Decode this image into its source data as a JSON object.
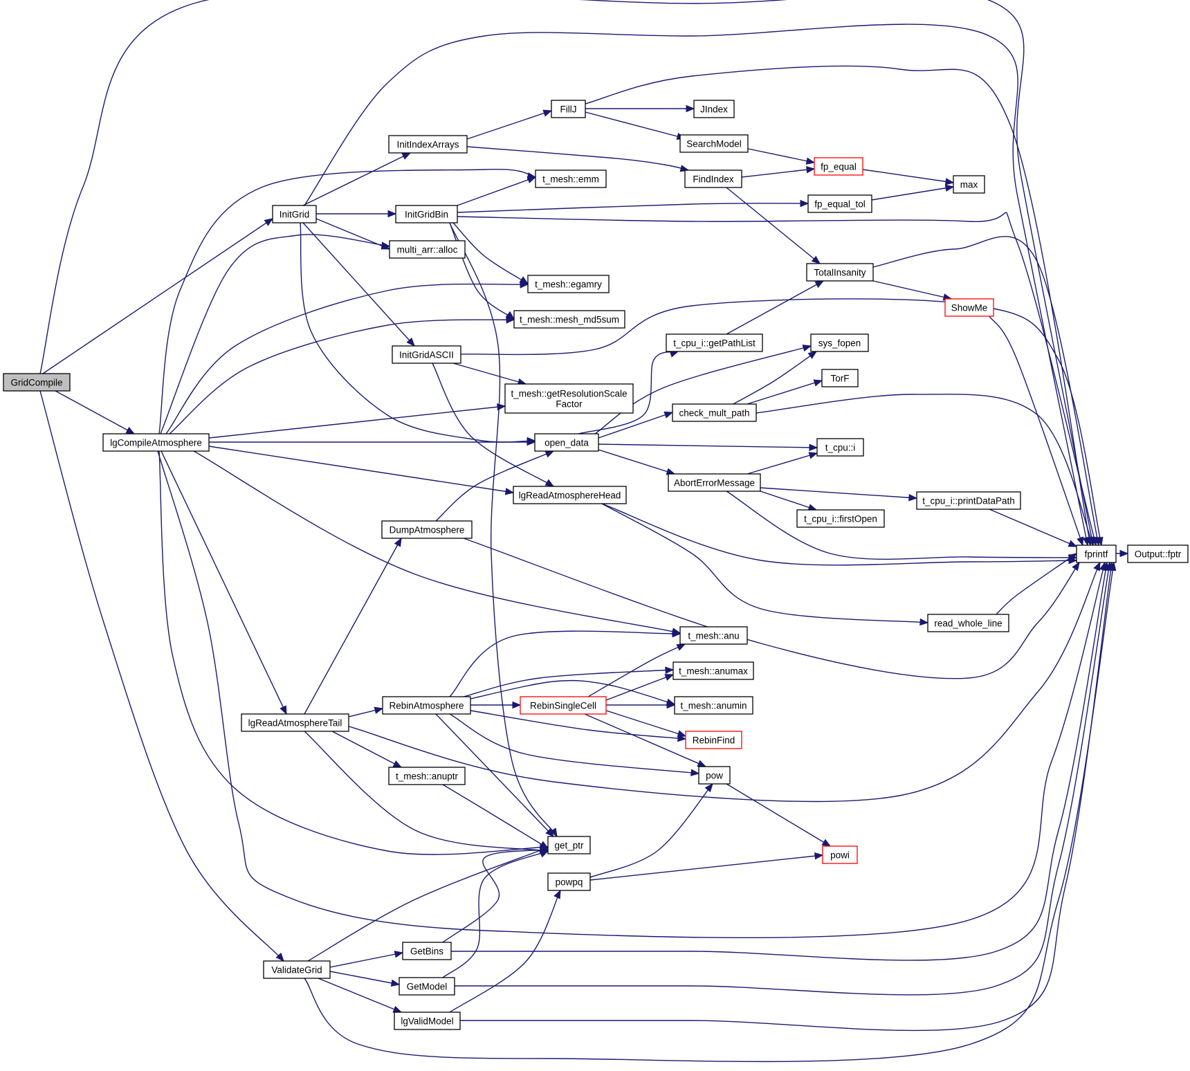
{
  "graph": {
    "edge_color": "#191970",
    "root_fill": "#bfbfbf",
    "truncated_border_color": "#ff0000",
    "nodes": [
      {
        "id": "GridCompile",
        "label": "GridCompile",
        "root": true
      },
      {
        "id": "InitGrid",
        "label": "InitGrid"
      },
      {
        "id": "lgCompileAtmosphere",
        "label": "lgCompileAtmosphere"
      },
      {
        "id": "fprintf",
        "label": "fprintf"
      },
      {
        "id": "ValidateGrid",
        "label": "ValidateGrid"
      },
      {
        "id": "InitIndexArrays",
        "label": "InitIndexArrays"
      },
      {
        "id": "InitGridBin",
        "label": "InitGridBin"
      },
      {
        "id": "multi_arr_alloc",
        "label": "multi_arr::alloc"
      },
      {
        "id": "InitGridASCII",
        "label": "InitGridASCII"
      },
      {
        "id": "open_data",
        "label": "open_data"
      },
      {
        "id": "FillJ",
        "label": "FillJ"
      },
      {
        "id": "FindIndex",
        "label": "FindIndex"
      },
      {
        "id": "JIndex",
        "label": "JIndex"
      },
      {
        "id": "SearchModel",
        "label": "SearchModel"
      },
      {
        "id": "fp_equal",
        "label": "fp_equal",
        "red": true
      },
      {
        "id": "TotalInsanity",
        "label": "TotalInsanity"
      },
      {
        "id": "max",
        "label": "max"
      },
      {
        "id": "ShowMe",
        "label": "ShowMe",
        "red": true
      },
      {
        "id": "t_mesh_emm",
        "label": "t_mesh::emm"
      },
      {
        "id": "fp_equal_tol",
        "label": "fp_equal_tol"
      },
      {
        "id": "t_mesh_egamry",
        "label": "t_mesh::egamry"
      },
      {
        "id": "t_mesh_mesh_md5sum",
        "label": "t_mesh::mesh_md5sum"
      },
      {
        "id": "get_ptr",
        "label": "get_ptr"
      },
      {
        "id": "t_mesh_getResolutionScaleFactor",
        "label": [
          "t_mesh::getResolutionScale",
          "Factor"
        ]
      },
      {
        "id": "lgReadAtmosphereHead",
        "label": "lgReadAtmosphereHead"
      },
      {
        "id": "t_cpu_i_getPathList",
        "label": "t_cpu_i::getPathList"
      },
      {
        "id": "sys_fopen",
        "label": "sys_fopen"
      },
      {
        "id": "check_mult_path",
        "label": "check_mult_path"
      },
      {
        "id": "t_cpu_i",
        "label": "t_cpu::i"
      },
      {
        "id": "AbortErrorMessage",
        "label": "AbortErrorMessage"
      },
      {
        "id": "TorF",
        "label": "TorF"
      },
      {
        "id": "t_cpu_i_printDataPath",
        "label": "t_cpu_i::printDataPath"
      },
      {
        "id": "t_cpu_i_firstOpen",
        "label": "t_cpu_i::firstOpen"
      },
      {
        "id": "read_whole_line",
        "label": "read_whole_line"
      },
      {
        "id": "Output_fptr",
        "label": "Output::fptr"
      },
      {
        "id": "t_mesh_anu",
        "label": "t_mesh::anu"
      },
      {
        "id": "lgReadAtmosphereTail",
        "label": "lgReadAtmosphereTail"
      },
      {
        "id": "DumpAtmosphere",
        "label": "DumpAtmosphere"
      },
      {
        "id": "RebinAtmosphere",
        "label": "RebinAtmosphere"
      },
      {
        "id": "t_mesh_anuptr",
        "label": "t_mesh::anuptr"
      },
      {
        "id": "RebinSingleCell",
        "label": "RebinSingleCell",
        "red": true
      },
      {
        "id": "t_mesh_anumax",
        "label": "t_mesh::anumax"
      },
      {
        "id": "t_mesh_anumin",
        "label": "t_mesh::anumin"
      },
      {
        "id": "RebinFind",
        "label": "RebinFind",
        "red": true
      },
      {
        "id": "pow",
        "label": "pow"
      },
      {
        "id": "powi",
        "label": "powi",
        "red": true
      },
      {
        "id": "powpq",
        "label": "powpq"
      },
      {
        "id": "GetBins",
        "label": "GetBins"
      },
      {
        "id": "GetModel",
        "label": "GetModel"
      },
      {
        "id": "lgValidModel",
        "label": "lgValidModel"
      }
    ],
    "edges": [
      [
        "GridCompile",
        "fprintf"
      ],
      [
        "GridCompile",
        "InitGrid"
      ],
      [
        "GridCompile",
        "lgCompileAtmosphere"
      ],
      [
        "GridCompile",
        "ValidateGrid"
      ],
      [
        "InitGrid",
        "fprintf"
      ],
      [
        "InitGrid",
        "InitIndexArrays"
      ],
      [
        "InitGrid",
        "InitGridBin"
      ],
      [
        "InitGrid",
        "multi_arr_alloc"
      ],
      [
        "InitGrid",
        "InitGridASCII"
      ],
      [
        "InitGrid",
        "open_data"
      ],
      [
        "InitIndexArrays",
        "FillJ"
      ],
      [
        "InitIndexArrays",
        "FindIndex"
      ],
      [
        "FillJ",
        "fprintf"
      ],
      [
        "FillJ",
        "JIndex"
      ],
      [
        "FillJ",
        "SearchModel"
      ],
      [
        "SearchModel",
        "fp_equal"
      ],
      [
        "FindIndex",
        "fp_equal"
      ],
      [
        "FindIndex",
        "TotalInsanity"
      ],
      [
        "fp_equal",
        "max"
      ],
      [
        "fp_equal_tol",
        "max"
      ],
      [
        "TotalInsanity",
        "fprintf"
      ],
      [
        "TotalInsanity",
        "ShowMe"
      ],
      [
        "ShowMe",
        "fprintf"
      ],
      [
        "InitGridBin",
        "t_mesh_emm"
      ],
      [
        "InitGridBin",
        "fp_equal_tol"
      ],
      [
        "InitGridBin",
        "fprintf"
      ],
      [
        "InitGridBin",
        "t_mesh_egamry"
      ],
      [
        "InitGridBin",
        "t_mesh_mesh_md5sum"
      ],
      [
        "InitGridBin",
        "get_ptr"
      ],
      [
        "InitGridASCII",
        "fprintf"
      ],
      [
        "InitGridASCII",
        "t_mesh_getResolutionScaleFactor"
      ],
      [
        "InitGridASCII",
        "lgReadAtmosphereHead"
      ],
      [
        "lgCompileAtmosphere",
        "t_mesh_emm"
      ],
      [
        "lgCompileAtmosphere",
        "multi_arr_alloc"
      ],
      [
        "lgCompileAtmosphere",
        "t_mesh_egamry"
      ],
      [
        "lgCompileAtmosphere",
        "t_mesh_mesh_md5sum"
      ],
      [
        "lgCompileAtmosphere",
        "t_mesh_getResolutionScaleFactor"
      ],
      [
        "lgCompileAtmosphere",
        "open_data"
      ],
      [
        "lgCompileAtmosphere",
        "lgReadAtmosphereHead"
      ],
      [
        "lgCompileAtmosphere",
        "t_mesh_anu"
      ],
      [
        "lgCompileAtmosphere",
        "lgReadAtmosphereTail"
      ],
      [
        "lgCompileAtmosphere",
        "get_ptr"
      ],
      [
        "lgCompileAtmosphere",
        "fprintf"
      ],
      [
        "open_data",
        "t_cpu_i_getPathList"
      ],
      [
        "open_data",
        "sys_fopen"
      ],
      [
        "open_data",
        "check_mult_path"
      ],
      [
        "open_data",
        "t_cpu_i"
      ],
      [
        "open_data",
        "AbortErrorMessage"
      ],
      [
        "t_cpu_i_getPathList",
        "TotalInsanity"
      ],
      [
        "check_mult_path",
        "sys_fopen"
      ],
      [
        "check_mult_path",
        "TorF"
      ],
      [
        "check_mult_path",
        "fprintf"
      ],
      [
        "AbortErrorMessage",
        "t_cpu_i"
      ],
      [
        "AbortErrorMessage",
        "t_cpu_i_printDataPath"
      ],
      [
        "AbortErrorMessage",
        "t_cpu_i_firstOpen"
      ],
      [
        "AbortErrorMessage",
        "fprintf"
      ],
      [
        "t_cpu_i_printDataPath",
        "fprintf"
      ],
      [
        "lgReadAtmosphereHead",
        "fprintf"
      ],
      [
        "lgReadAtmosphereHead",
        "read_whole_line"
      ],
      [
        "read_whole_line",
        "fprintf"
      ],
      [
        "fprintf",
        "Output_fptr"
      ],
      [
        "lgReadAtmosphereTail",
        "DumpAtmosphere"
      ],
      [
        "lgReadAtmosphereTail",
        "RebinAtmosphere"
      ],
      [
        "lgReadAtmosphereTail",
        "t_mesh_anuptr"
      ],
      [
        "lgReadAtmosphereTail",
        "get_ptr"
      ],
      [
        "lgReadAtmosphereTail",
        "fprintf"
      ],
      [
        "DumpAtmosphere",
        "open_data"
      ],
      [
        "DumpAtmosphere",
        "fprintf"
      ],
      [
        "RebinAtmosphere",
        "t_mesh_anu"
      ],
      [
        "RebinAtmosphere",
        "t_mesh_anumax"
      ],
      [
        "RebinAtmosphere",
        "t_mesh_anumin"
      ],
      [
        "RebinAtmosphere",
        "RebinSingleCell"
      ],
      [
        "RebinAtmosphere",
        "RebinFind"
      ],
      [
        "RebinAtmosphere",
        "pow"
      ],
      [
        "RebinAtmosphere",
        "get_ptr"
      ],
      [
        "RebinSingleCell",
        "t_mesh_anu"
      ],
      [
        "RebinSingleCell",
        "t_mesh_anumax"
      ],
      [
        "RebinSingleCell",
        "t_mesh_anumin"
      ],
      [
        "RebinSingleCell",
        "RebinFind"
      ],
      [
        "RebinSingleCell",
        "pow"
      ],
      [
        "pow",
        "powi"
      ],
      [
        "powpq",
        "pow"
      ],
      [
        "powpq",
        "powi"
      ],
      [
        "t_mesh_anuptr",
        "get_ptr"
      ],
      [
        "ValidateGrid",
        "get_ptr"
      ],
      [
        "ValidateGrid",
        "GetBins"
      ],
      [
        "ValidateGrid",
        "GetModel"
      ],
      [
        "ValidateGrid",
        "lgValidModel"
      ],
      [
        "ValidateGrid",
        "fprintf"
      ],
      [
        "GetBins",
        "get_ptr"
      ],
      [
        "GetBins",
        "fprintf"
      ],
      [
        "GetModel",
        "get_ptr"
      ],
      [
        "GetModel",
        "fprintf"
      ],
      [
        "lgValidModel",
        "powpq"
      ],
      [
        "lgValidModel",
        "fprintf"
      ]
    ]
  }
}
